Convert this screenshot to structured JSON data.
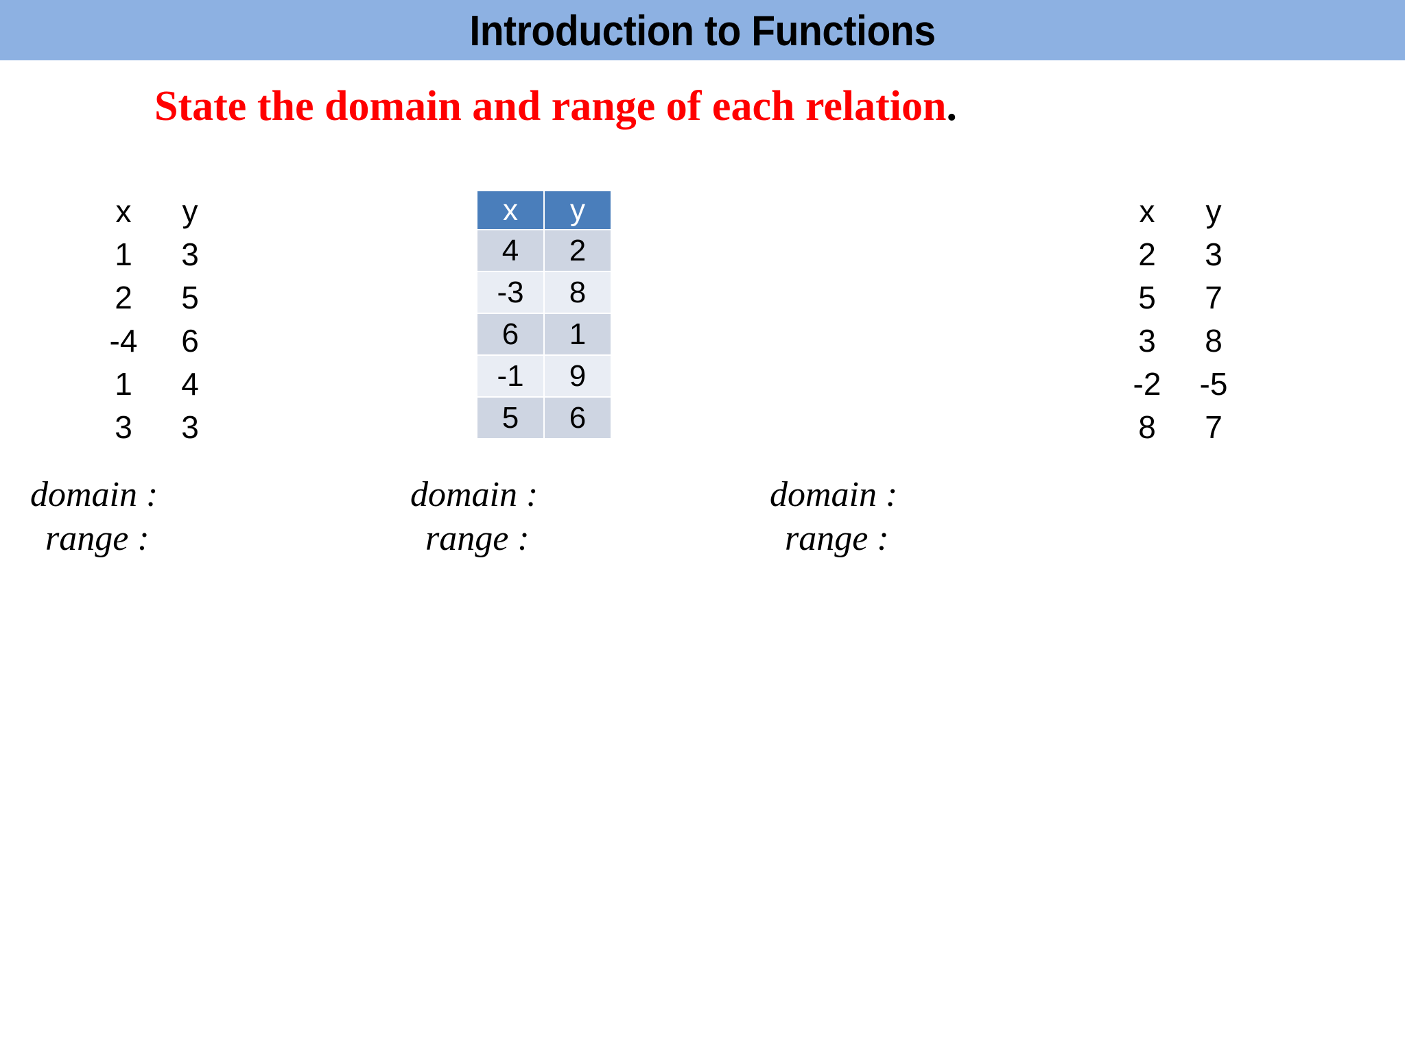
{
  "header": {
    "title": "Introduction to Functions",
    "banner_color": "#8db1e2"
  },
  "subtitle": {
    "text": "State the domain and range of each relation",
    "period": ".",
    "color": "#ff0000"
  },
  "relations": [
    {
      "id": "left",
      "style": "plain",
      "headers": [
        "x",
        "y"
      ],
      "rows": [
        [
          "1",
          "3"
        ],
        [
          "2",
          "5"
        ],
        [
          "-4",
          "6"
        ],
        [
          "1",
          "4"
        ],
        [
          "3",
          "3"
        ]
      ],
      "labels": {
        "domain": "domain :",
        "range": "range :"
      }
    },
    {
      "id": "middle",
      "style": "banded",
      "header_fill": "#4a7ebb",
      "header_text_color": "#ffffff",
      "band_a_fill": "#ced5e2",
      "band_b_fill": "#e9edf4",
      "headers": [
        "x",
        "y"
      ],
      "rows": [
        [
          "4",
          "2"
        ],
        [
          "-3",
          "8"
        ],
        [
          "6",
          "1"
        ],
        [
          "-1",
          "9"
        ],
        [
          "5",
          "6"
        ]
      ],
      "labels": {
        "domain": "domain :",
        "range": "range :"
      }
    },
    {
      "id": "right",
      "style": "plain",
      "headers": [
        "x",
        "y"
      ],
      "rows": [
        [
          "2",
          "3"
        ],
        [
          "5",
          "7"
        ],
        [
          "3",
          "8"
        ],
        [
          "-2",
          "-5"
        ],
        [
          "8",
          "7"
        ]
      ],
      "labels": {
        "domain": "domain :",
        "range": "range :"
      }
    }
  ]
}
